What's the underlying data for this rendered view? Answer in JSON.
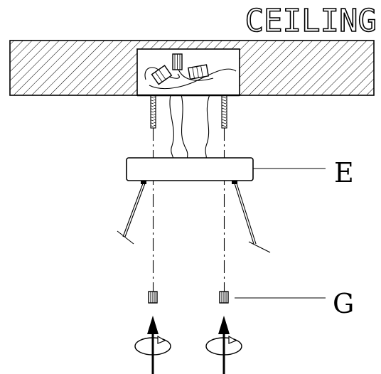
{
  "title": "CEILING",
  "callouts": {
    "canopy": "E",
    "cap_nut": "G"
  }
}
